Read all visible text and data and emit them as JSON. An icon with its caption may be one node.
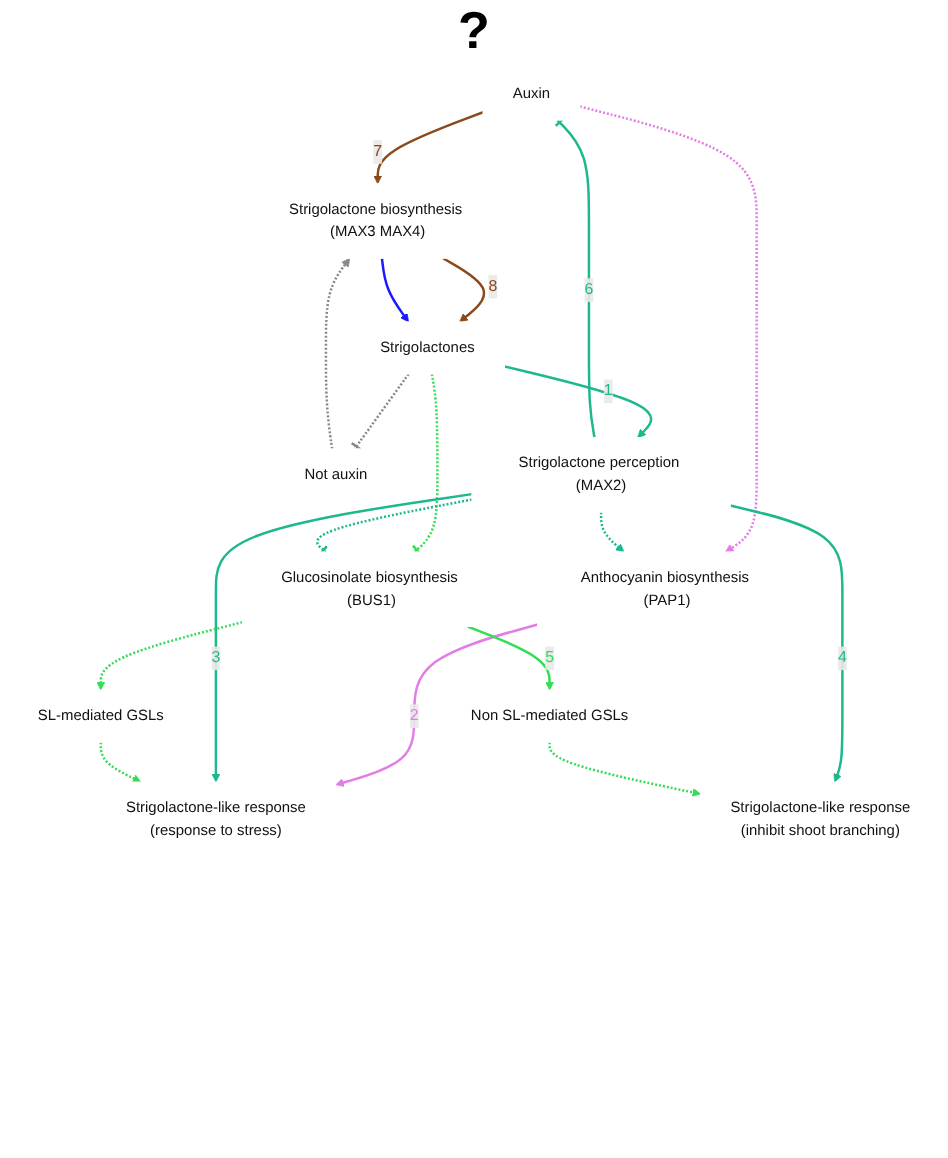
{
  "diagram": {
    "nodes": [
      {
        "text": [
          "Auxin"
        ]
      },
      {
        "text": [
          "Not auxin"
        ]
      },
      {
        "text": [
          "Strigolactone biosynthesis (MAX3 MAX4)"
        ]
      },
      {
        "text": [
          "Strigolactones"
        ]
      },
      {
        "text": [
          "Anthocyanin biosynthesis (PAP1)"
        ]
      },
      {
        "text": [
          "Strigolactone perception (MAX2)"
        ]
      },
      {
        "text": [
          "Glucosinolate biosynthesis (BUS1)"
        ]
      },
      {
        "text": [
          "SL-mediated GSLs"
        ]
      },
      {
        "text": [
          "Non SL-mediated GSLs"
        ]
      },
      {
        "text": [
          "Strigolactone-like response",
          "(response to stress)"
        ]
      },
      {
        "text": [
          "Strigolactone-like response",
          "(inhibit shoot branching)"
        ]
      }
    ],
    "edges": [
      {
        "from": 0,
        "to": 2,
        "arrow": "to",
        "label": "7",
        "color": "#8b4a1c"
      },
      {
        "from": 1,
        "to": 2,
        "arrow": "to",
        "style": "dashed",
        "color": "#888888"
      },
      {
        "from": 3,
        "to": 1,
        "arrow": "other",
        "style": "dashed",
        "color": "#888888"
      },
      {
        "from": 2,
        "to": 3,
        "arrow": "to",
        "label": "8",
        "color": "#8b4a1c"
      },
      {
        "from": 2,
        "to": 3,
        "arrow": "to",
        "color": "#1a1aff"
      },
      {
        "from": 3,
        "to": 5,
        "arrow": "to",
        "label": "1"
      },
      {
        "from": 5,
        "to": 0,
        "arrow": "other",
        "label": "6"
      },
      {
        "from": 0,
        "to": 4,
        "arrow": "to",
        "style": "dashed",
        "color": "#e27de8"
      },
      {
        "from": 3,
        "to": 6,
        "arrow": "other",
        "style": "dashed",
        "color": "#33dd55"
      },
      {
        "from": 5,
        "to": 4,
        "arrow": "to",
        "style": "dashed"
      },
      {
        "from": 5,
        "to": 6,
        "arrow": "other",
        "style": "dashed"
      },
      {
        "from": 4,
        "to": 9,
        "arrow": "to",
        "label": "2",
        "color": "#e27de8"
      },
      {
        "from": 5,
        "to": 9,
        "arrow": "to",
        "label": "3"
      },
      {
        "from": 5,
        "to": 10,
        "arrow": "to",
        "label": "4"
      },
      {
        "from": 6,
        "to": 7,
        "arrow": "to",
        "style": "dashed",
        "color": "#33dd55"
      },
      {
        "from": 6,
        "to": 8,
        "arrow": "to",
        "label": "5",
        "color": "#33dd55"
      },
      {
        "from": 7,
        "to": 9,
        "arrow": "to",
        "style": "dashed",
        "color": "#33dd55"
      },
      {
        "from": 8,
        "to": 10,
        "arrow": "to",
        "style": "dashed",
        "color": "#33dd55"
      }
    ],
    "labels": [
      "?"
    ]
  }
}
